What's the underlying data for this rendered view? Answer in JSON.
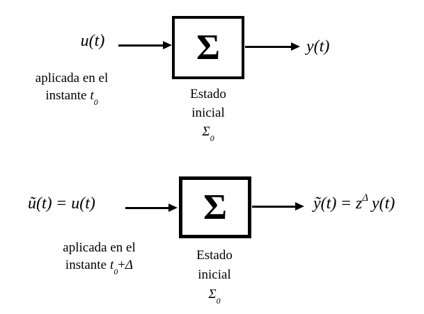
{
  "colors": {
    "background": "#ffffff",
    "ink": "#000000"
  },
  "top": {
    "input_label": "u(t)",
    "applied_line1": "aplicada en el",
    "applied_word": "instante",
    "applied_var": "t",
    "applied_sub": "0",
    "sigma": "Σ",
    "state_line1": "Estado",
    "state_line2": "inicial",
    "state_sigma": "Σ",
    "state_sigma_sub": "0",
    "output_label": "y(t)"
  },
  "bottom": {
    "input_lhs": "ũ(t)",
    "input_eq": "=",
    "input_rhs": "u(t)",
    "applied_line1": "aplicada en el",
    "applied_word": "instante",
    "applied_var": "t",
    "applied_sub": "0",
    "applied_plus": "+",
    "applied_delta": "Δ",
    "sigma": "Σ",
    "state_line1": "Estado",
    "state_line2": "inicial",
    "state_sigma": "Σ",
    "state_sigma_sub": "0",
    "output_lhs": "ỹ(t)",
    "output_eq": "=",
    "output_z": "z",
    "output_sup": "Δ",
    "output_rhs": "y(t)"
  }
}
